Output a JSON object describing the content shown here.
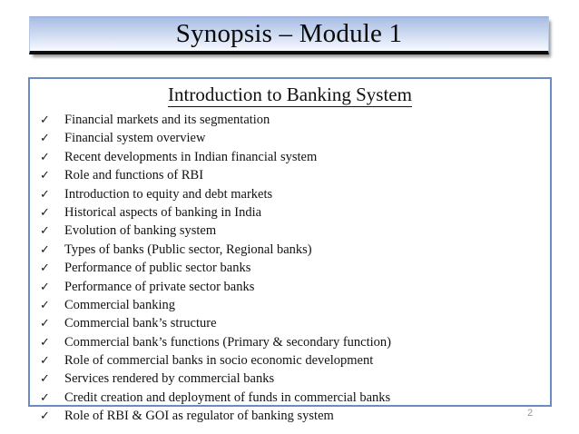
{
  "slide": {
    "title": "Synopsis – Module 1",
    "page_number": "2",
    "accent_border_color": "#6b8cc2",
    "title_gradient_top": "#a6bce4",
    "title_gradient_bottom": "#f7f9fd",
    "title_underline_color": "#0d0d0d",
    "page_number_color": "#9a9a9a"
  },
  "content": {
    "heading": "Introduction to Banking System",
    "bullet_icon": "check-icon",
    "bullet_glyph": "✓",
    "items": [
      {
        "label": "Financial markets and its segmentation"
      },
      {
        "label": "Financial system overview"
      },
      {
        "label": "Recent developments in Indian financial system"
      },
      {
        "label": "Role and functions of RBI"
      },
      {
        "label": "Introduction to equity and debt markets"
      },
      {
        "label": "Historical aspects of banking in India"
      },
      {
        "label": "Evolution of banking system"
      },
      {
        "label": "Types of banks (Public sector, Regional banks)"
      },
      {
        "label": "Performance of public sector banks"
      },
      {
        "label": "Performance of private sector banks"
      },
      {
        "label": "Commercial banking"
      },
      {
        "label": "Commercial bank’s structure"
      },
      {
        "label": "Commercial bank’s functions (Primary & secondary function)"
      },
      {
        "label": "Role of commercial banks in socio economic development"
      },
      {
        "label": "Services rendered by commercial banks"
      },
      {
        "label": "Credit creation and deployment of funds in commercial banks"
      },
      {
        "label": "Role of RBI & GOI as regulator of banking system"
      }
    ]
  }
}
